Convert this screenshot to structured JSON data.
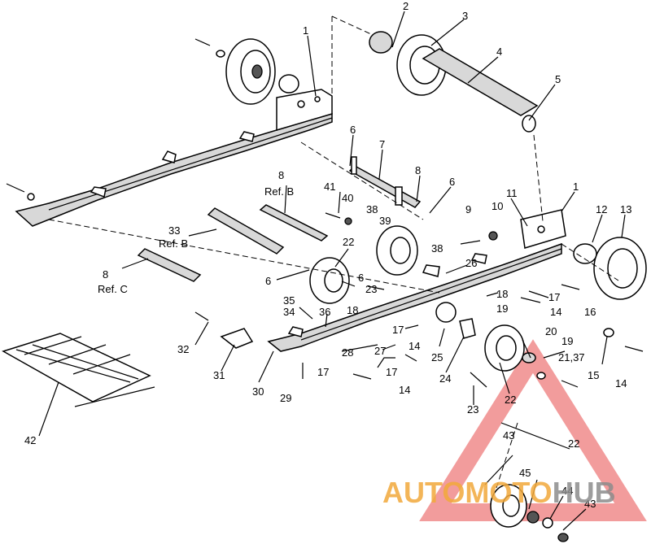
{
  "labels": {
    "l1a": "1",
    "l2": "2",
    "l3": "3",
    "l4": "4",
    "l5": "5",
    "l6a": "6",
    "l7": "7",
    "l8a": "8",
    "l6b": "6",
    "l8b": "8",
    "l8b_ref": "Ref. B",
    "l41": "41",
    "l40": "40",
    "l38a": "38",
    "l39": "39",
    "l9": "9",
    "l10": "10",
    "l11": "11",
    "l1b": "1",
    "l12": "12",
    "l13": "13",
    "l33": "33",
    "l33_ref": "Ref. B",
    "l22a": "22",
    "l38b": "38",
    "l26": "26",
    "l6c": "6",
    "l6d": "6",
    "l23a": "23",
    "l18a": "18",
    "l17a": "17",
    "l8c": "8",
    "l8c_ref": "Ref. C",
    "l36": "36",
    "l18b": "18",
    "l16": "16",
    "l14a": "14",
    "l19a": "19",
    "l34": "34",
    "l35": "35",
    "l32": "32",
    "l17b": "17",
    "l14b": "14",
    "l20": "20",
    "l19b": "19",
    "l28": "28",
    "l27": "27",
    "l25": "25",
    "l21": "21,37",
    "l15": "15",
    "l14c": "14",
    "l31": "31",
    "l17c": "17",
    "l17d": "17",
    "l24": "24",
    "l30": "30",
    "l14d": "14",
    "l29": "29",
    "l22b": "22",
    "l23b": "23",
    "l42": "42",
    "l43a": "43",
    "l22c": "22",
    "l45": "45",
    "l44": "44",
    "l43b": "43"
  },
  "watermark": {
    "auto": "AUTO",
    "moto": "MOTO",
    "hub": "HUB"
  },
  "colors": {
    "watermark_red": "#e84a4a",
    "watermark_orange": "#f2a93b",
    "watermark_gray": "#8c8c8c",
    "line": "#000000"
  }
}
